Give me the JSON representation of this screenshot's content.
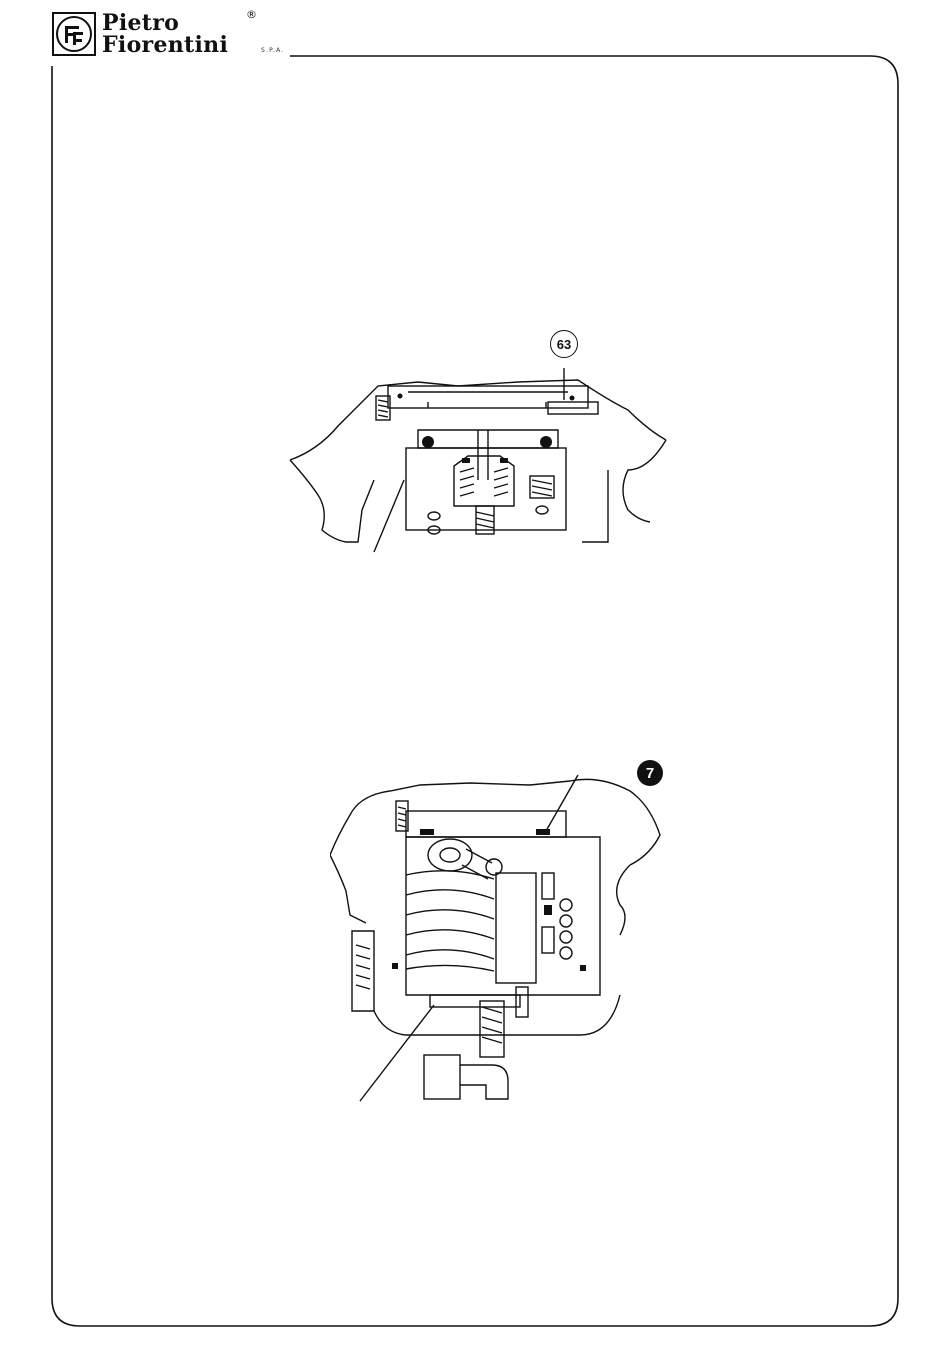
{
  "header": {
    "brand_line_1": "Pietro",
    "brand_line_2": "Fiorentini",
    "brand_suffix": "S.P.A.",
    "registered_mark": "®",
    "logo_icon": "pietro-fiorentini-logo-icon"
  },
  "figures": [
    {
      "callout": "63",
      "callout_style": "outlined"
    },
    {
      "callout": "7",
      "callout_style": "filled"
    }
  ],
  "colors": {
    "ink": "#111111",
    "paper": "#ffffff"
  }
}
